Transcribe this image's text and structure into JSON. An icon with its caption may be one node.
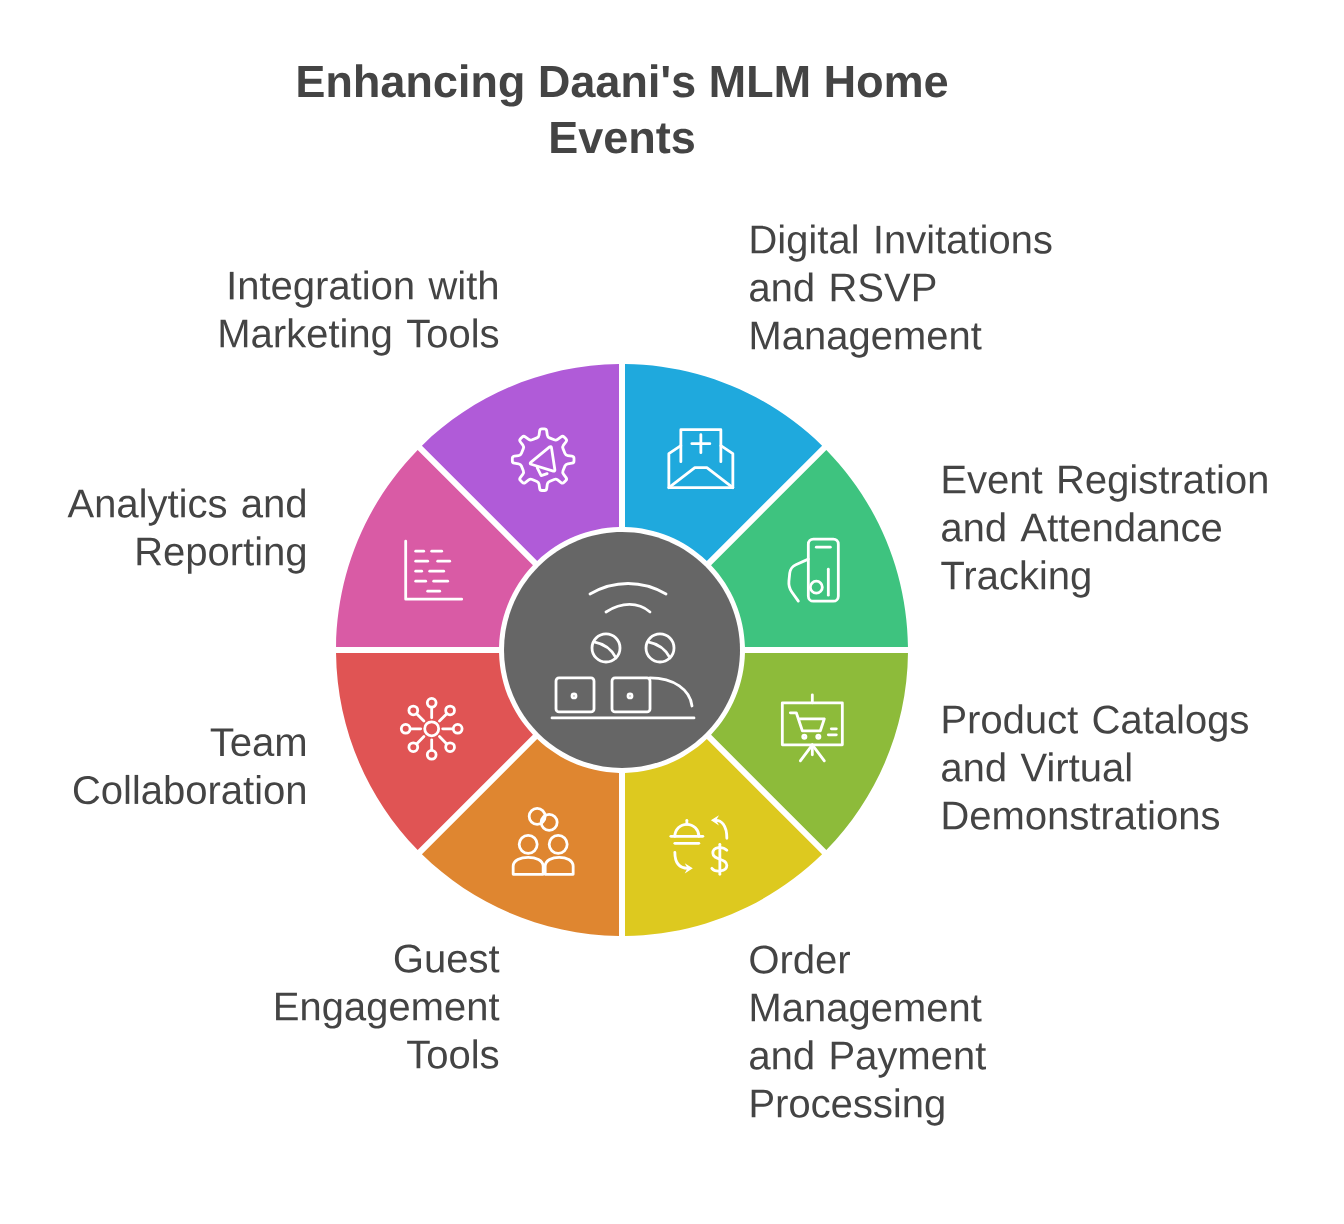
{
  "diagram": {
    "title": "Enhancing Daani's MLM Home Events",
    "nodes": [
      {
        "text": [
          "Digital Invitations and RSVP Management"
        ]
      },
      {
        "text": [
          "Event Registration and Attendance Tracking"
        ]
      },
      {
        "text": [
          "Product Catalogs and Virtual Demonstrations"
        ]
      },
      {
        "text": [
          "Order Management and Payment Processing"
        ]
      },
      {
        "text": [
          "Guest Engagement Tools"
        ]
      },
      {
        "text": [
          "Team Collaboration"
        ]
      },
      {
        "text": [
          "Analytics and Reporting"
        ]
      },
      {
        "text": [
          "Integration with Marketing Tools"
        ]
      },
      {
        "text": [],
        "shape": "circle"
      }
    ]
  }
}
